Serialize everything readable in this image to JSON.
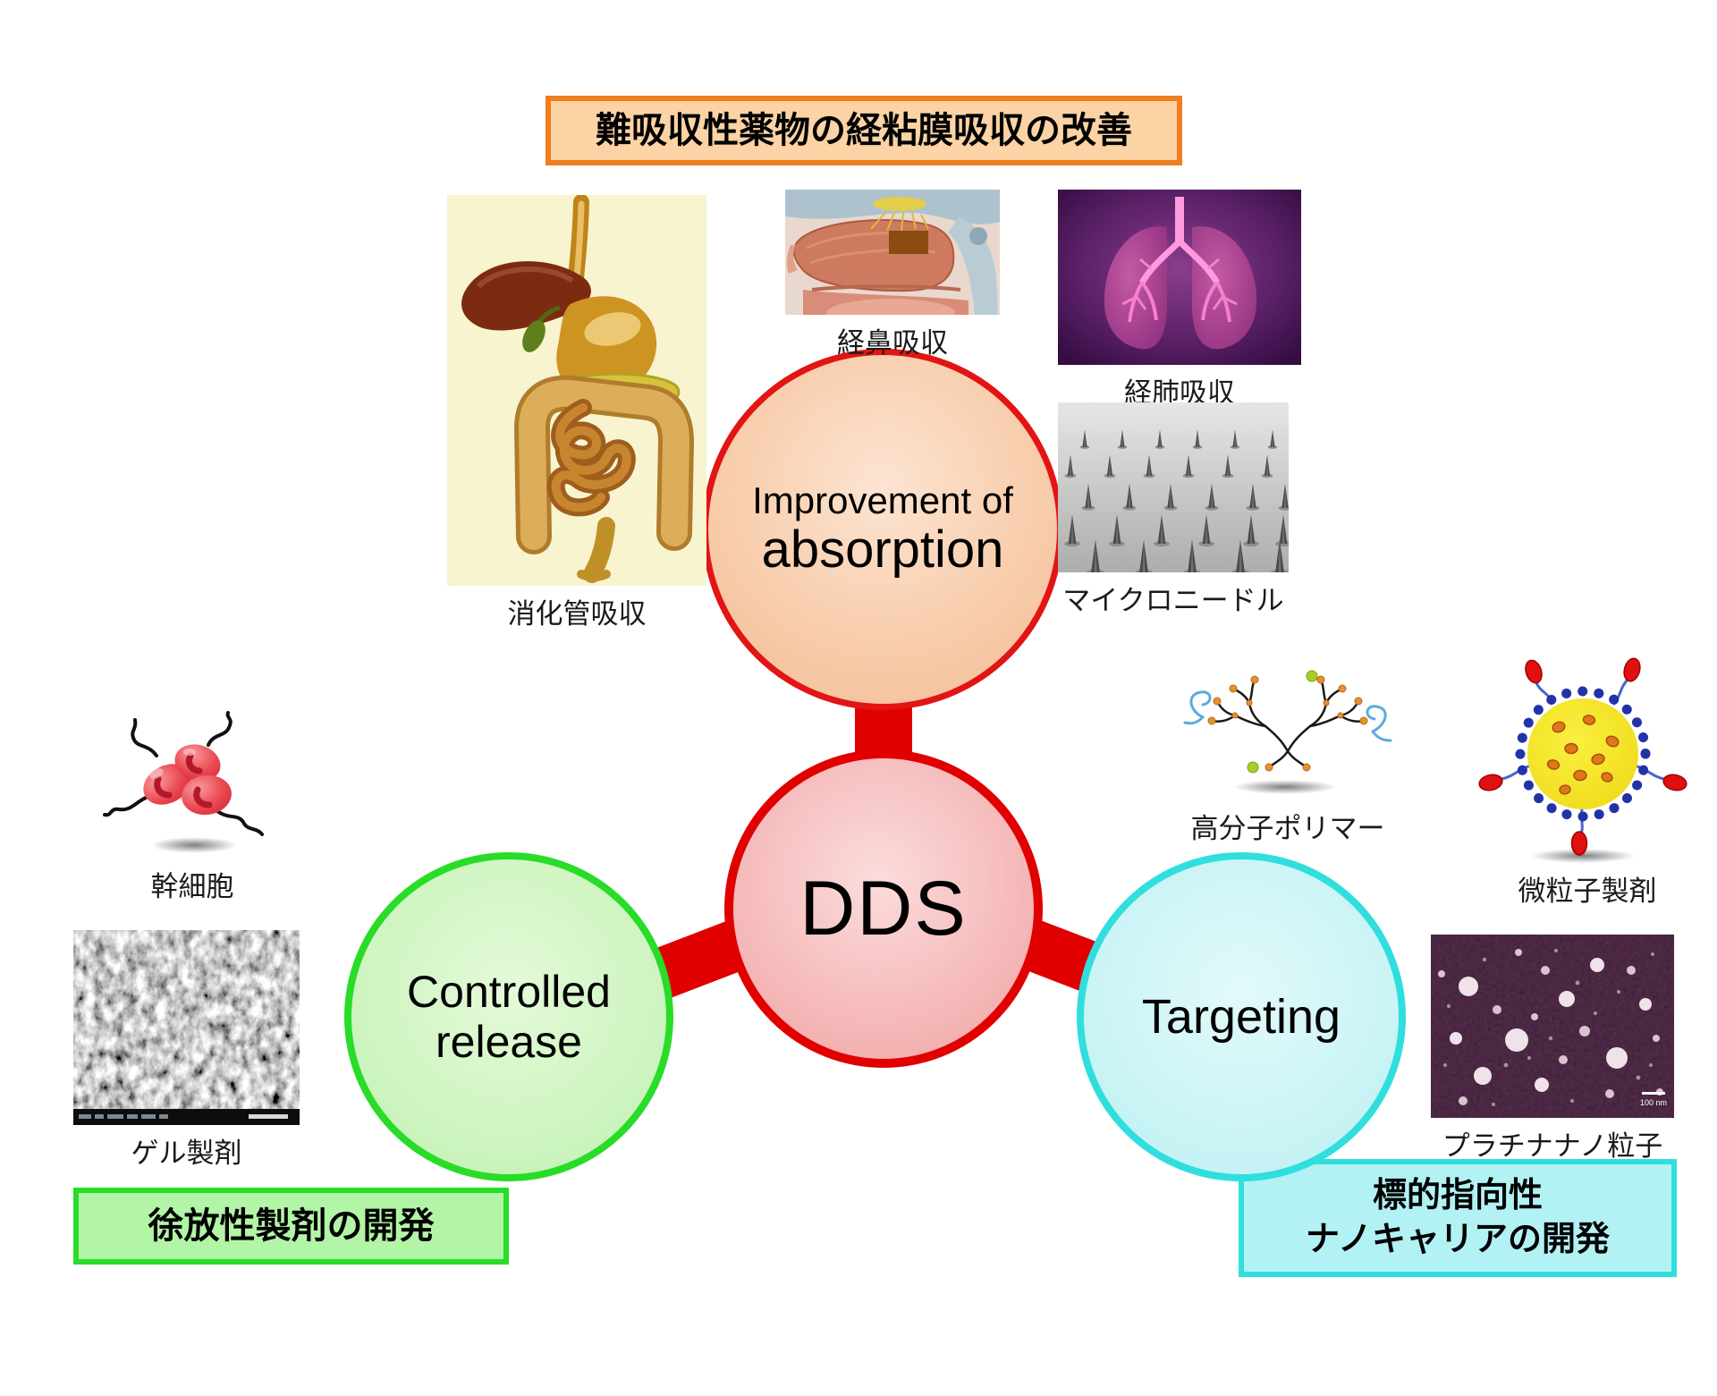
{
  "banners": {
    "top": {
      "text": "難吸収性薬物の経粘膜吸収の改善"
    },
    "bottom_left": {
      "text": "徐放性製剤の開発"
    },
    "bottom_right": {
      "line1": "標的指向性",
      "line2": "ナノキャリアの開発"
    }
  },
  "circles": {
    "absorption": {
      "line1": "Improvement of",
      "line2": "absorption"
    },
    "dds": {
      "label": "DDS"
    },
    "controlled": {
      "line1": "Controlled",
      "line2": "release"
    },
    "targeting": {
      "label": "Targeting"
    }
  },
  "figures": {
    "gi": {
      "label": "消化管吸収"
    },
    "nasal": {
      "label": "経鼻吸収"
    },
    "lung": {
      "label": "経肺吸収"
    },
    "microneedle": {
      "label": "マイクロニードル"
    },
    "stemcell": {
      "label": "幹細胞"
    },
    "gel": {
      "label": "ゲル製剤"
    },
    "polymer": {
      "label": "高分子ポリマー"
    },
    "microparticle": {
      "label": "微粒子製剤"
    },
    "platinum": {
      "label": "プラチナナノ粒子",
      "scale": "100 nm"
    }
  },
  "colors": {
    "accent_red": "#E00000",
    "accent_orange": "#F07D1F",
    "accent_green": "#2ADC2A",
    "accent_cyan": "#30DEDE",
    "banner_orange_fill": "#FBD3A4",
    "banner_green_fill": "#B2F5A6",
    "banner_cyan_fill": "#B2F2F5"
  }
}
